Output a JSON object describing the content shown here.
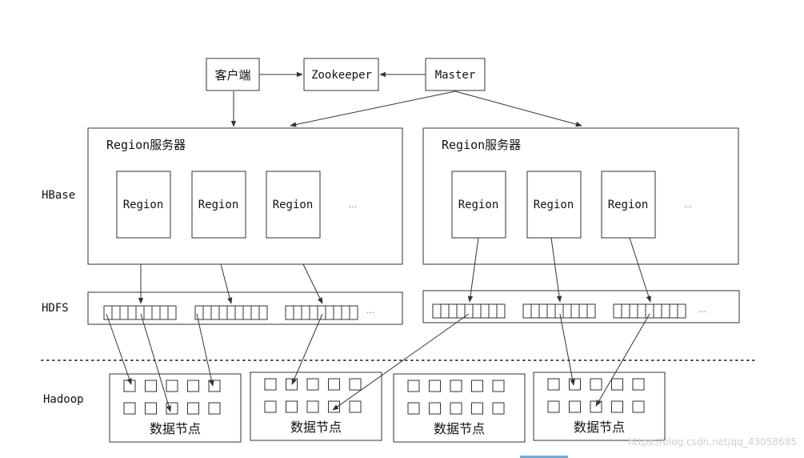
{
  "top": {
    "client": "客户端",
    "zookeeper": "Zookeeper",
    "master": "Master"
  },
  "layers": {
    "hbase": "HBase",
    "hdfs": "HDFS",
    "hadoop": "Hadoop"
  },
  "region_servers": [
    {
      "title": "Region服务器",
      "regions": [
        "Region",
        "Region",
        "Region"
      ],
      "ellipsis": "…"
    },
    {
      "title": "Region服务器",
      "regions": [
        "Region",
        "Region",
        "Region"
      ],
      "ellipsis": "…"
    }
  ],
  "hdfs_ellipsis": [
    "…",
    "…"
  ],
  "data_nodes": [
    "数据节点",
    "数据节点",
    "数据节点",
    "数据节点"
  ],
  "watermark": "https://blog.csdn.net/qq_43058685"
}
